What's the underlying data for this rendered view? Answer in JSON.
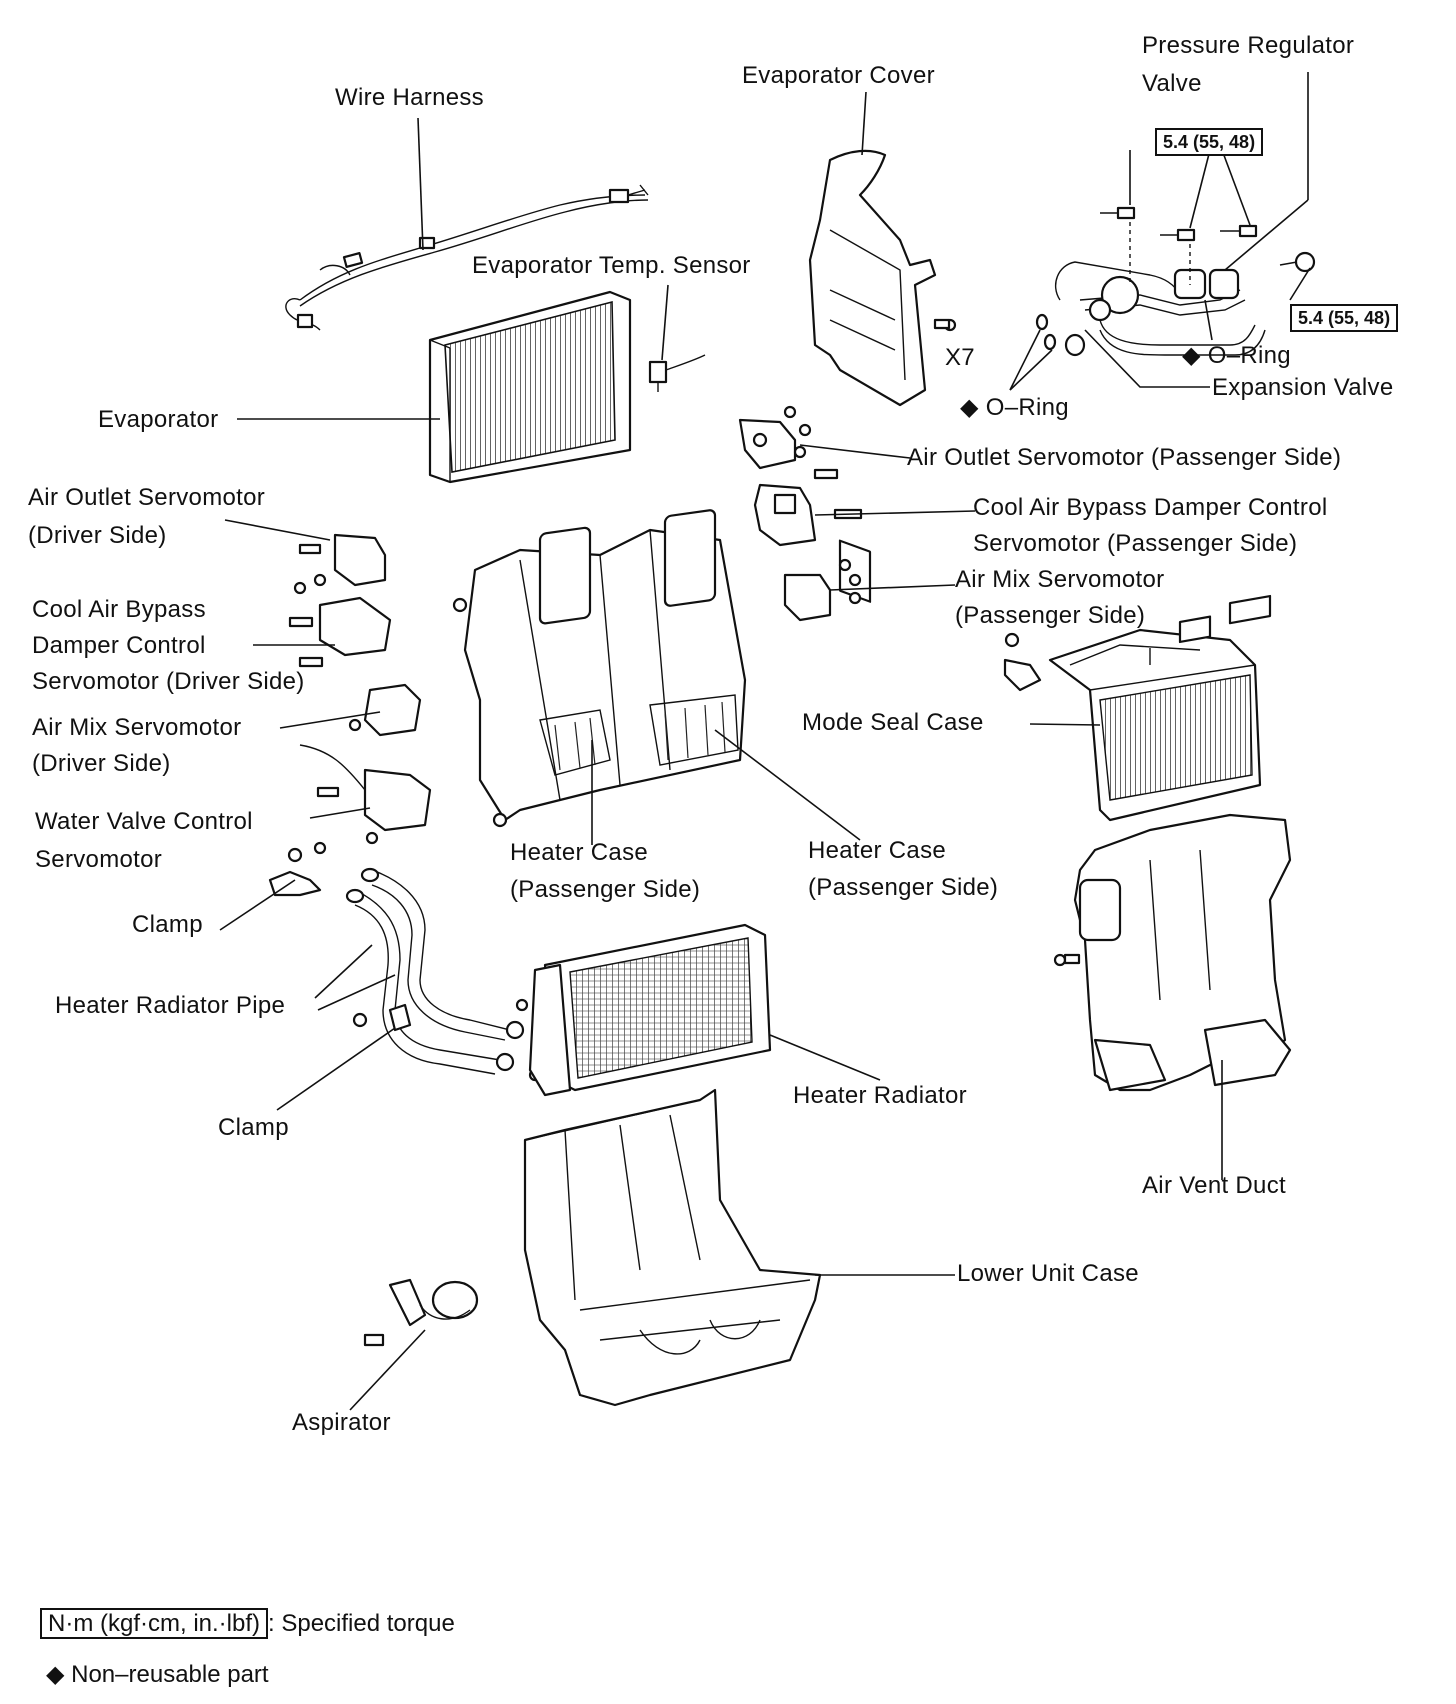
{
  "labels": {
    "wire_harness": "Wire Harness",
    "evaporator_cover": "Evaporator Cover",
    "pressure_regulator_valve_1": "Pressure Regulator",
    "pressure_regulator_valve_2": "Valve",
    "evaporator_temp_sensor": "Evaporator Temp. Sensor",
    "x7": "X7",
    "o_ring_right": "◆ O–Ring",
    "o_ring_left": "◆ O–Ring",
    "expansion_valve": "Expansion Valve",
    "evaporator": "Evaporator",
    "air_outlet_servo_passenger": "Air Outlet Servomotor (Passenger Side)",
    "air_outlet_servo_driver_1": "Air Outlet Servomotor",
    "air_outlet_servo_driver_2": "(Driver Side)",
    "cool_air_bypass_passenger_1": "Cool Air Bypass Damper Control",
    "cool_air_bypass_passenger_2": "Servomotor (Passenger Side)",
    "air_mix_servo_passenger_1": "Air Mix Servomotor",
    "air_mix_servo_passenger_2": "(Passenger Side)",
    "cool_air_bypass_driver_1": "Cool Air Bypass",
    "cool_air_bypass_driver_2": "Damper Control",
    "cool_air_bypass_driver_3": "Servomotor (Driver Side)",
    "mode_seal_case": "Mode Seal Case",
    "air_mix_servo_driver_1": "Air Mix Servomotor",
    "air_mix_servo_driver_2": "(Driver Side)",
    "water_valve_servo_1": "Water Valve Control",
    "water_valve_servo_2": "Servomotor",
    "heater_case_left_1": "Heater Case",
    "heater_case_left_2": "(Passenger Side)",
    "heater_case_right_1": "Heater Case",
    "heater_case_right_2": "(Passenger Side)",
    "clamp_upper": "Clamp",
    "heater_radiator_pipe": "Heater Radiator Pipe",
    "clamp_lower": "Clamp",
    "heater_radiator": "Heater Radiator",
    "air_vent_duct": "Air Vent Duct",
    "lower_unit_case": "Lower Unit Case",
    "aspirator": "Aspirator"
  },
  "torque_values": {
    "upper": "5.4 (55, 48)",
    "right": "5.4 (55, 48)"
  },
  "legend": {
    "torque_unit": "N·m (kgf·cm, in.·lbf)",
    "torque_text": ": Specified torque",
    "non_reusable": "◆ Non–reusable part"
  }
}
